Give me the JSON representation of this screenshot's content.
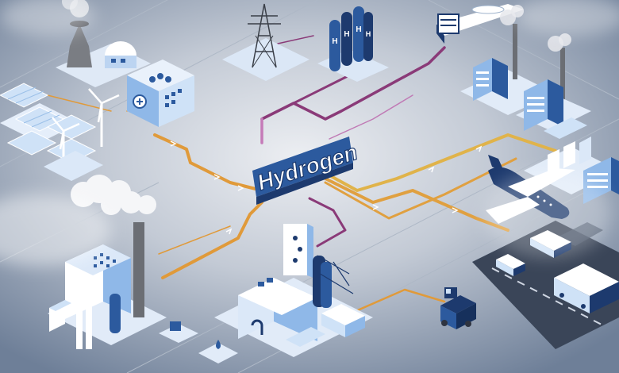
{
  "center_label": {
    "text": "Hydrogen"
  },
  "tank_markings": [
    "H",
    "H",
    "H",
    "H"
  ],
  "colors": {
    "background_light": "#d9dde4",
    "background_dark": "#6f809a",
    "accent_blue": "#2c5a9e",
    "navy": "#1d3a6e",
    "pale_blue": "#cfe2f7",
    "flow_orange": "#e09a3a",
    "flow_purple": "#8a3a78"
  },
  "icons": [
    "nuclear-plant-icon",
    "solar-panels-icon",
    "wind-turbine-icon",
    "power-pylon-icon",
    "hydrogen-tanks-icon",
    "ship-icon",
    "factory-icon",
    "airplane-icon",
    "truck-icon",
    "forklift-icon",
    "refinery-icon",
    "power-plant-icon",
    "water-drop-icon"
  ]
}
